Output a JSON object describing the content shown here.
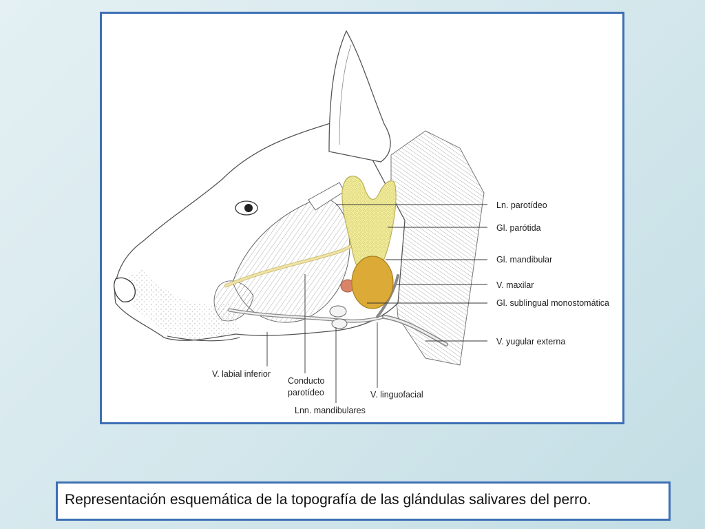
{
  "figure": {
    "labels": {
      "ln_parotideo": "Ln. parotídeo",
      "gl_parotida": "Gl. parótida",
      "gl_mandibular": "Gl. mandibular",
      "v_maxilar": "V. maxilar",
      "gl_sublingual": "Gl. sublingual monostomática",
      "v_yugular": "V. yugular externa",
      "v_labial": "V. labial inferior",
      "conducto_1": "Conducto",
      "conducto_2": "parotídeo",
      "v_linguofacial": "V. linguofacial",
      "lnn_mandibulares": "Lnn. mandibulares"
    },
    "colors": {
      "parotid_gland": "#f1ec98",
      "mandibular_gland": "#dcaa36",
      "sublingual_gland": "#d98468",
      "parotid_duct": "#efe3a6",
      "frame_border": "#3d6fb4"
    }
  },
  "caption": {
    "text": "Representación esquemática de la topografía de las glándulas salivares del perro."
  }
}
